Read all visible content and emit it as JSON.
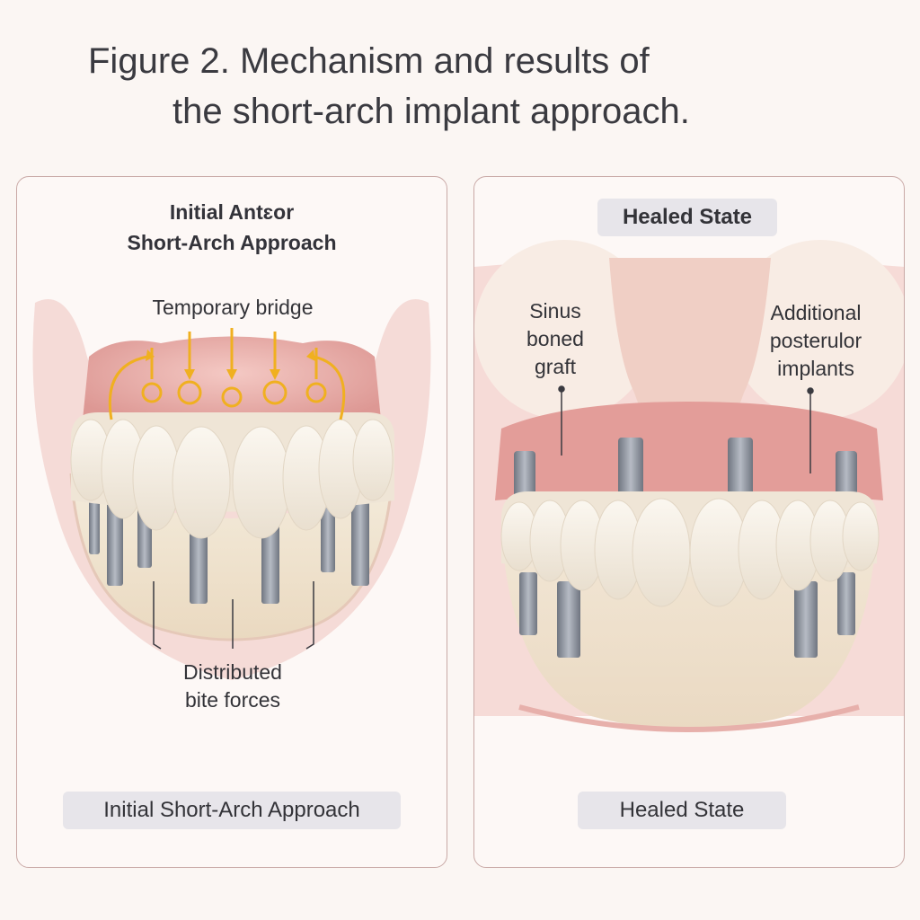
{
  "figure": {
    "title_line1": "Figure 2. Mechanism and results of",
    "title_line2": "the short-arch implant approach."
  },
  "left_panel": {
    "heading_line1": "Initial Antɛor",
    "heading_line2": "Short-Arch Approach",
    "label_bridge": "Temporary bridge",
    "label_forces_line1": "Distributed",
    "label_forces_line2": "bite forces",
    "footer": "Initial Short-Arch Approach"
  },
  "right_panel": {
    "heading": "Healed State",
    "label_sinus_line1": "Sinus",
    "label_sinus_line2": "boned",
    "label_sinus_line3": "graft",
    "label_posterior_line1": "Additional",
    "label_posterior_line2": "posterulor",
    "label_posterior_line3": "implants",
    "footer": "Healed State"
  },
  "colors": {
    "gum": "#e8a9a6",
    "bone": "#f1e6d3",
    "tooth": "#f5efe4",
    "implant": "#8a8f99",
    "force_arrow": "#f0b020",
    "frame": "#c9a9a6"
  }
}
